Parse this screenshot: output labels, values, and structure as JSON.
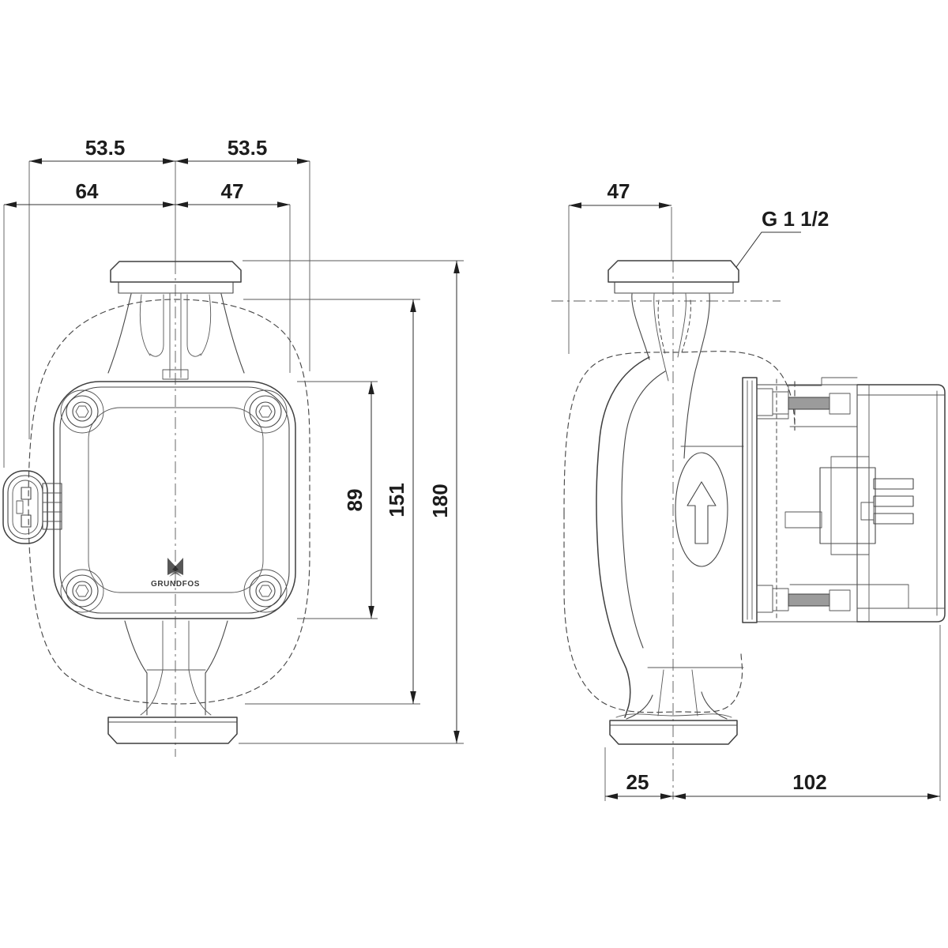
{
  "drawing": {
    "type": "technical-dimension-drawing",
    "background_color": "#ffffff",
    "line_color": "#3f3f3f",
    "dimension_text_color": "#1c1c1c",
    "bolt_fill_color": "#9b9b9b",
    "front_view": {
      "dim_half_width_left": "53.5",
      "dim_half_width_right": "53.5",
      "dim_left_of_center": "64",
      "dim_right_of_center": "47",
      "dim_body_height": "89",
      "dim_shell_height": "151",
      "dim_total_height": "180",
      "logo_text": "GRUNDFOS"
    },
    "side_view": {
      "dim_top_width": "47",
      "port_thread_label": "G 1 1/2",
      "dim_bottom_offset": "25",
      "dim_bottom_depth": "102"
    }
  }
}
